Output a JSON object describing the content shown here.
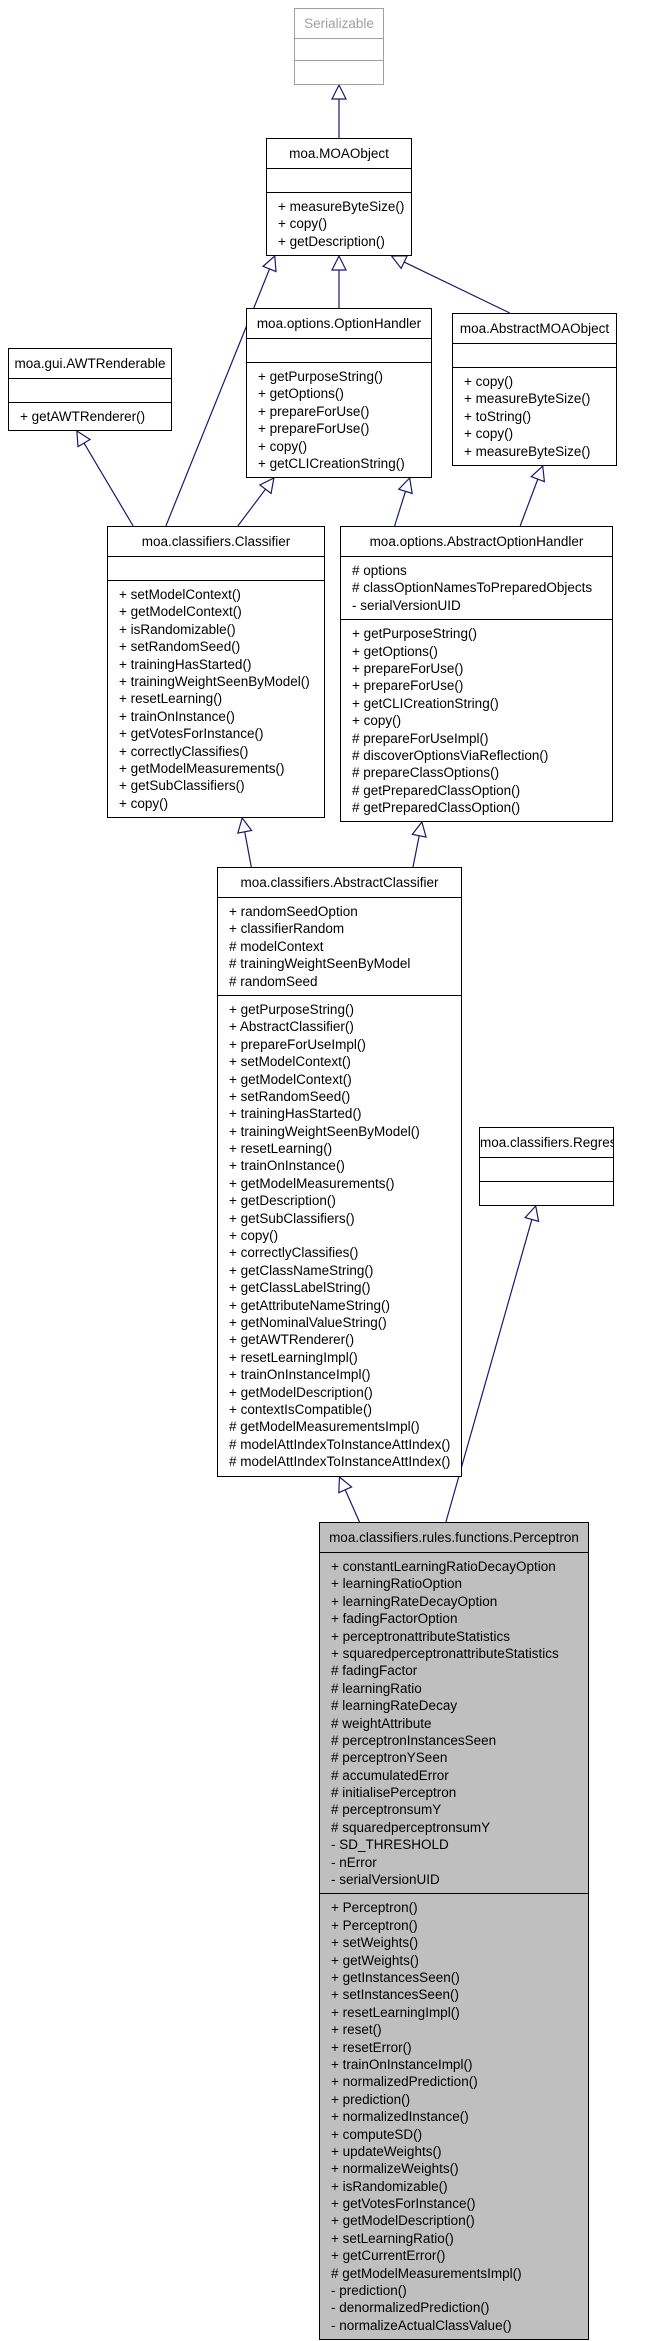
{
  "classes": [
    {
      "id": "serializable",
      "name": "Serializable",
      "grey": true,
      "fields": [],
      "methods": []
    },
    {
      "id": "moaobject",
      "name": "moa.MOAObject",
      "fields": [],
      "methods": [
        "+ measureByteSize()",
        "+ copy()",
        "+ getDescription()"
      ]
    },
    {
      "id": "awtrenderable",
      "name": "moa.gui.AWTRenderable",
      "fields": [],
      "methods": [
        "+ getAWTRenderer()"
      ]
    },
    {
      "id": "optionhandler",
      "name": "moa.options.OptionHandler",
      "fields": [],
      "methods": [
        "+ getPurposeString()",
        "+ getOptions()",
        "+ prepareForUse()",
        "+ prepareForUse()",
        "+ copy()",
        "+ getCLICreationString()"
      ]
    },
    {
      "id": "abstractmoaobject",
      "name": "moa.AbstractMOAObject",
      "fields": [],
      "methods": [
        "+ copy()",
        "+ measureByteSize()",
        "+ toString()",
        "+ copy()",
        "+ measureByteSize()"
      ]
    },
    {
      "id": "classifier",
      "name": "moa.classifiers.Classifier",
      "fields": [],
      "methods": [
        "+ setModelContext()",
        "+ getModelContext()",
        "+ isRandomizable()",
        "+ setRandomSeed()",
        "+ trainingHasStarted()",
        "+ trainingWeightSeenByModel()",
        "+ resetLearning()",
        "+ trainOnInstance()",
        "+ getVotesForInstance()",
        "+ correctlyClassifies()",
        "+ getModelMeasurements()",
        "+ getSubClassifiers()",
        "+ copy()"
      ]
    },
    {
      "id": "abstractoptionhandler",
      "name": "moa.options.AbstractOptionHandler",
      "fields": [
        "# options",
        "# classOptionNamesToPreparedObjects",
        "- serialVersionUID"
      ],
      "methods": [
        "+ getPurposeString()",
        "+ getOptions()",
        "+ prepareForUse()",
        "+ prepareForUse()",
        "+ getCLICreationString()",
        "+ copy()",
        "# prepareForUseImpl()",
        "# discoverOptionsViaReflection()",
        "# prepareClassOptions()",
        "# getPreparedClassOption()",
        "# getPreparedClassOption()"
      ]
    },
    {
      "id": "abstractclassifier",
      "name": "moa.classifiers.AbstractClassifier",
      "fields": [
        "+ randomSeedOption",
        "+ classifierRandom",
        "# modelContext",
        "# trainingWeightSeenByModel",
        "# randomSeed"
      ],
      "methods": [
        "+ getPurposeString()",
        "+ AbstractClassifier()",
        "+ prepareForUseImpl()",
        "+ setModelContext()",
        "+ getModelContext()",
        "+ setRandomSeed()",
        "+ trainingHasStarted()",
        "+ trainingWeightSeenByModel()",
        "+ resetLearning()",
        "+ trainOnInstance()",
        "+ getModelMeasurements()",
        "+ getDescription()",
        "+ getSubClassifiers()",
        "+ copy()",
        "+ correctlyClassifies()",
        "+ getClassNameString()",
        "+ getClassLabelString()",
        "+ getAttributeNameString()",
        "+ getNominalValueString()",
        "+ getAWTRenderer()",
        "+ resetLearningImpl()",
        "+ trainOnInstanceImpl()",
        "+ getModelDescription()",
        "+ contextIsCompatible()",
        "# getModelMeasurementsImpl()",
        "# modelAttIndexToInstanceAttIndex()",
        "# modelAttIndexToInstanceAttIndex()"
      ]
    },
    {
      "id": "regressor",
      "name": "moa.classifiers.Regressor",
      "fields": [],
      "methods": []
    },
    {
      "id": "perceptron",
      "name": "moa.classifiers.rules.functions.Perceptron",
      "focus": true,
      "fields": [
        "+ constantLearningRatioDecayOption",
        "+ learningRatioOption",
        "+ learningRateDecayOption",
        "+ fadingFactorOption",
        "+ perceptronattributeStatistics",
        "+ squaredperceptronattributeStatistics",
        "# fadingFactor",
        "# learningRatio",
        "# learningRateDecay",
        "# weightAttribute",
        "# perceptronInstancesSeen",
        "# perceptronYSeen",
        "# accumulatedError",
        "# initialisePerceptron",
        "# perceptronsumY",
        "# squaredperceptronsumY",
        "- SD_THRESHOLD",
        "- nError",
        "- serialVersionUID"
      ],
      "methods": [
        "+ Perceptron()",
        "+ Perceptron()",
        "+ setWeights()",
        "+ getWeights()",
        "+ getInstancesSeen()",
        "+ setInstancesSeen()",
        "+ resetLearningImpl()",
        "+ reset()",
        "+ resetError()",
        "+ trainOnInstanceImpl()",
        "+ normalizedPrediction()",
        "+ prediction()",
        "+ normalizedInstance()",
        "+ computeSD()",
        "+ updateWeights()",
        "+ normalizeWeights()",
        "+ isRandomizable()",
        "+ getVotesForInstance()",
        "+ getModelDescription()",
        "+ setLearningRatio()",
        "+ getCurrentError()",
        "# getModelMeasurementsImpl()",
        "- prediction()",
        "- denormalizedPrediction()",
        "- normalizeActualClassValue()"
      ]
    }
  ],
  "relations": [
    {
      "from": "moaobject",
      "to": "serializable",
      "kind": "generalization"
    },
    {
      "from": "optionhandler",
      "to": "moaobject",
      "kind": "generalization"
    },
    {
      "from": "abstractmoaobject",
      "to": "moaobject",
      "kind": "generalization"
    },
    {
      "from": "classifier",
      "to": "moaobject",
      "kind": "generalization"
    },
    {
      "from": "classifier",
      "to": "awtrenderable",
      "kind": "generalization"
    },
    {
      "from": "classifier",
      "to": "optionhandler",
      "kind": "generalization"
    },
    {
      "from": "abstractoptionhandler",
      "to": "optionhandler",
      "kind": "generalization"
    },
    {
      "from": "abstractoptionhandler",
      "to": "abstractmoaobject",
      "kind": "generalization"
    },
    {
      "from": "abstractclassifier",
      "to": "classifier",
      "kind": "generalization"
    },
    {
      "from": "abstractclassifier",
      "to": "abstractoptionhandler",
      "kind": "generalization"
    },
    {
      "from": "perceptron",
      "to": "abstractclassifier",
      "kind": "generalization"
    },
    {
      "from": "perceptron",
      "to": "regressor",
      "kind": "generalization"
    }
  ],
  "colors": {
    "edge": "#191970",
    "border": "#000000",
    "grey_border": "#a0a0a0",
    "focus_fill": "#bfbfbf"
  }
}
